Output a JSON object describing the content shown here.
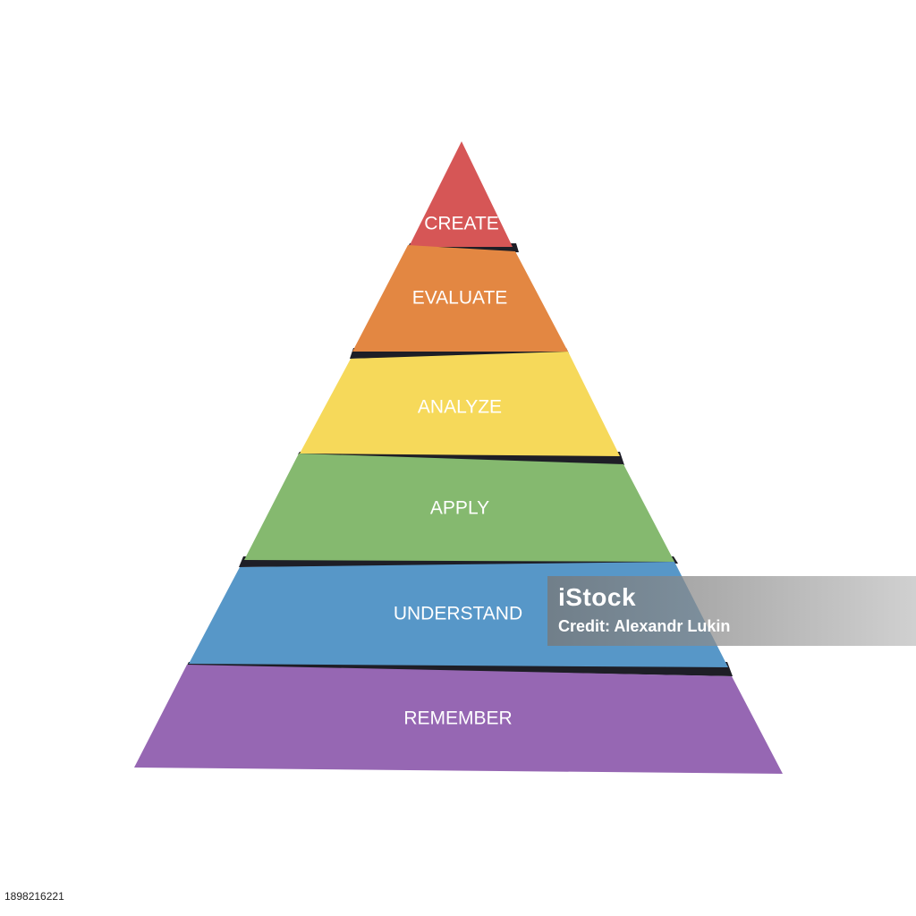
{
  "pyramid": {
    "levels": [
      {
        "label": "CREATE",
        "color": "#D65656"
      },
      {
        "label": "EVALUATE",
        "color": "#E38742"
      },
      {
        "label": "ANALYZE",
        "color": "#F6D95A"
      },
      {
        "label": "APPLY",
        "color": "#85B96F"
      },
      {
        "label": "UNDERSTAND",
        "color": "#5797C8"
      },
      {
        "label": "REMEMBER",
        "color": "#9667B3"
      }
    ],
    "gap_color": "#1E1E26"
  },
  "watermark": {
    "logo": "iStock",
    "credit": "Credit: Alexandr Lukin"
  },
  "stock_id": "1898216221"
}
